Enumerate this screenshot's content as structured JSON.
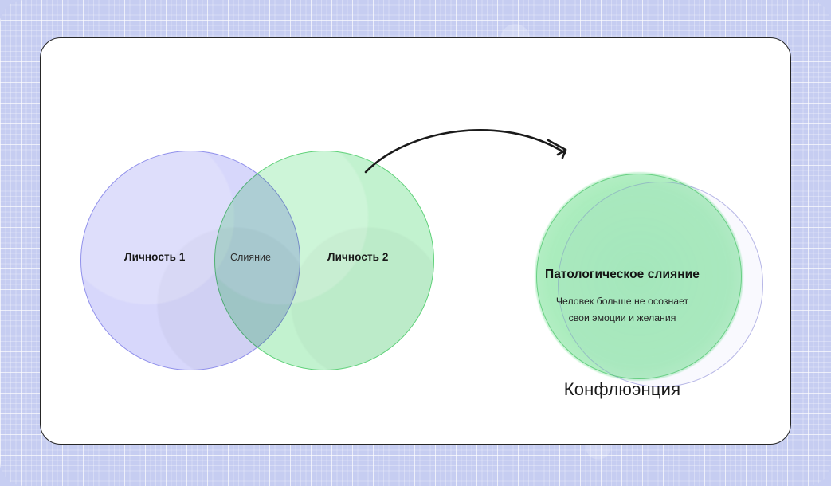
{
  "background": {
    "color": "#c6cdf1",
    "pattern": "checkered-grid"
  },
  "card": {
    "background": "#ffffff",
    "border_color": "#262626"
  },
  "diagram": {
    "title": "",
    "venn": {
      "left_circle": {
        "label": "Личность 1",
        "fill": "#a0a0f5",
        "stroke": "#7878e6"
      },
      "right_circle": {
        "label": "Личность 2",
        "fill": "#6ee18c",
        "stroke": "#46c864"
      },
      "overlap": {
        "label": "Слияние"
      }
    },
    "arrow": {
      "name": "curved-arrow",
      "direction": "left-to-right",
      "style": "hand-drawn-arc",
      "color": "#1a1a1a"
    },
    "confluence": {
      "title": "Патологическое слияние",
      "subtitle_lines": [
        "Человек больше не осознает",
        "свои эмоции и желания"
      ],
      "caption": "Конфлюэнция",
      "green_fill": "#78e196",
      "green_stroke": "#4bc369",
      "purple_stroke": "#8c8cd7"
    }
  }
}
